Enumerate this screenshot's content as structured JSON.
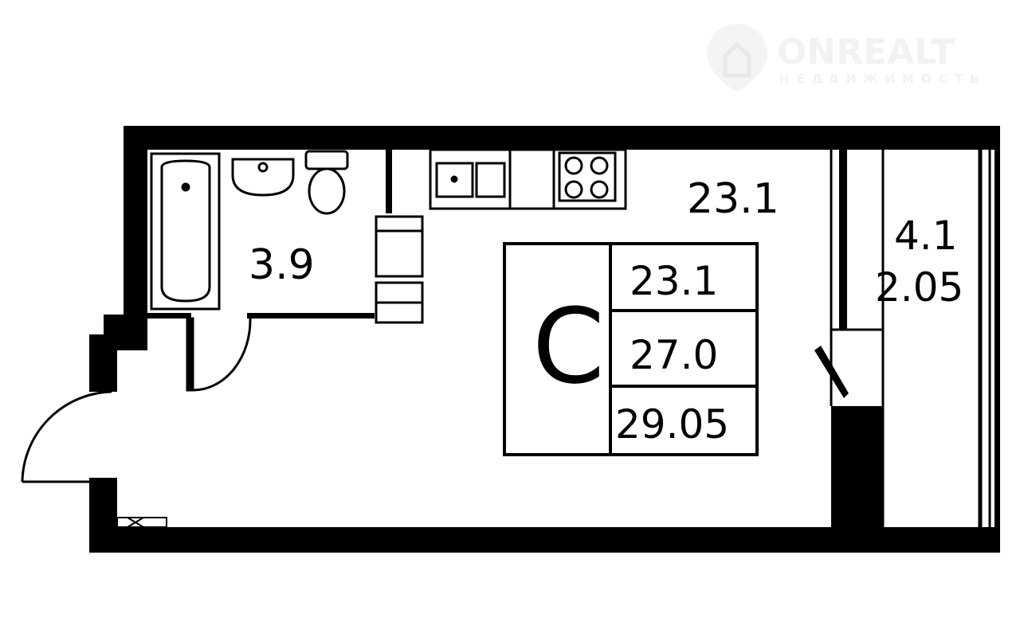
{
  "watermark": {
    "brand": "ONREALT",
    "subtitle": "НЕДВИЖИМОСТЬ"
  },
  "plan": {
    "room_main_area": "23.1",
    "bathroom_area": "3.9",
    "balcony_area": "4.1",
    "balcony_reduced_area": "2.05"
  },
  "legend": {
    "type_letter": "C",
    "living_area": "23.1",
    "total_area": "27.0",
    "total_with_balcony": "29.05"
  }
}
